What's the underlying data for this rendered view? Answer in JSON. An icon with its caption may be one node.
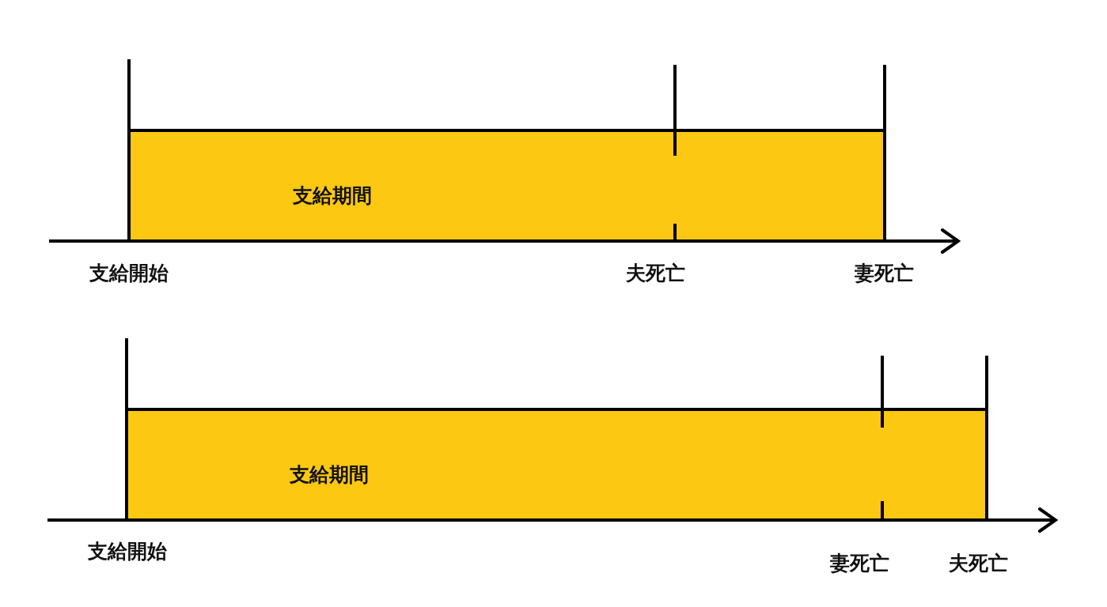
{
  "diagram": {
    "nodes": [
      {
        "text": [
          "支給期間"
        ]
      },
      {
        "text": [
          "支給期間"
        ]
      }
    ],
    "edges": [],
    "labels": [
      "支給開始",
      "夫死亡",
      "妻死亡",
      "支給開始",
      "妻死亡",
      "夫死亡"
    ]
  }
}
